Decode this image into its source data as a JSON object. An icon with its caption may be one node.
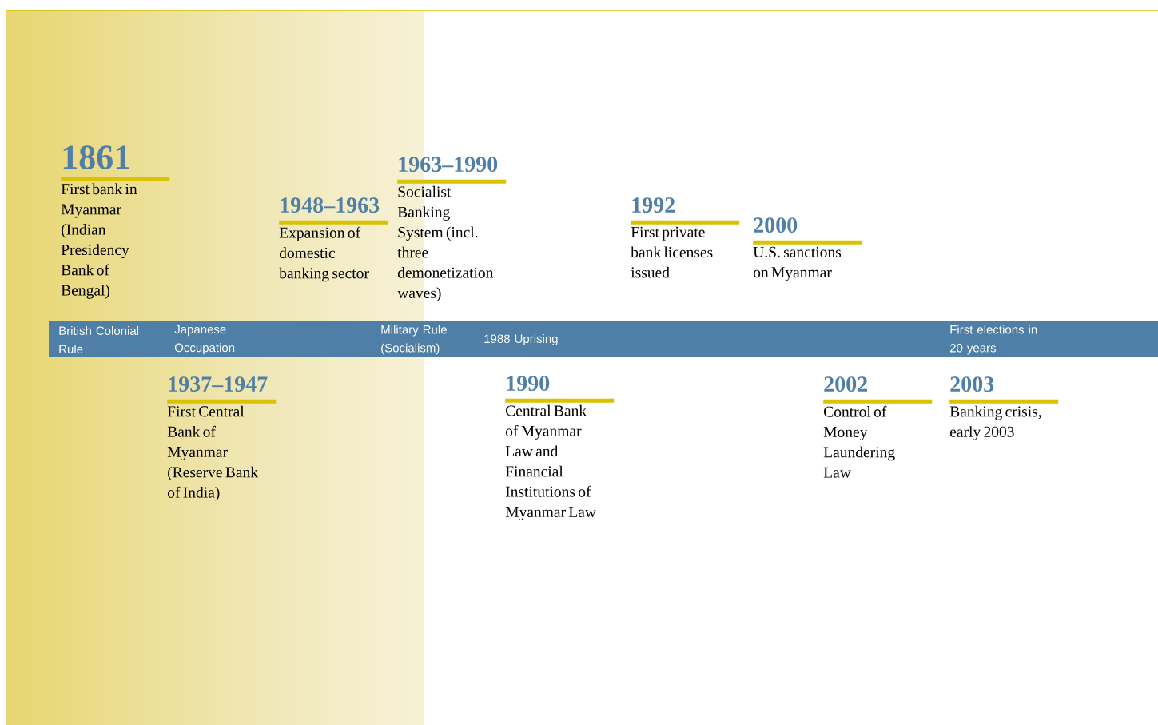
{
  "diagram": {
    "nodes": [
      {
        "text": [
          "1861",
          "First bank in Myanmar (Indian Presidency Bank of Bengal)"
        ]
      },
      {
        "text": [
          "1948–1963",
          "Expansion of domestic banking sector"
        ]
      },
      {
        "text": [
          "1963–1990",
          "Socialist Banking System (incl. three demonetization waves)"
        ]
      },
      {
        "text": [
          "1992",
          "First private bank licenses issued"
        ]
      },
      {
        "text": [
          "2000",
          "U.S. sanctions on Myanmar"
        ]
      },
      {
        "text": [
          "1937–1947",
          "First Central Bank of Myanmar (Reserve Bank of India)"
        ]
      },
      {
        "text": [
          "1990",
          "Central Bank of Myanmar Law and Financial Institutions of Myanmar Law"
        ]
      },
      {
        "text": [
          "2002",
          "Control of Money Laundering Law"
        ]
      },
      {
        "text": [
          "2003",
          "Banking crisis, early 2003"
        ]
      }
    ],
    "labels": [
      "British Colonial Rule",
      "Japanese Occupation",
      "Military Rule (Socialism)",
      "1988 Uprising",
      "First elections in 20 years"
    ]
  }
}
